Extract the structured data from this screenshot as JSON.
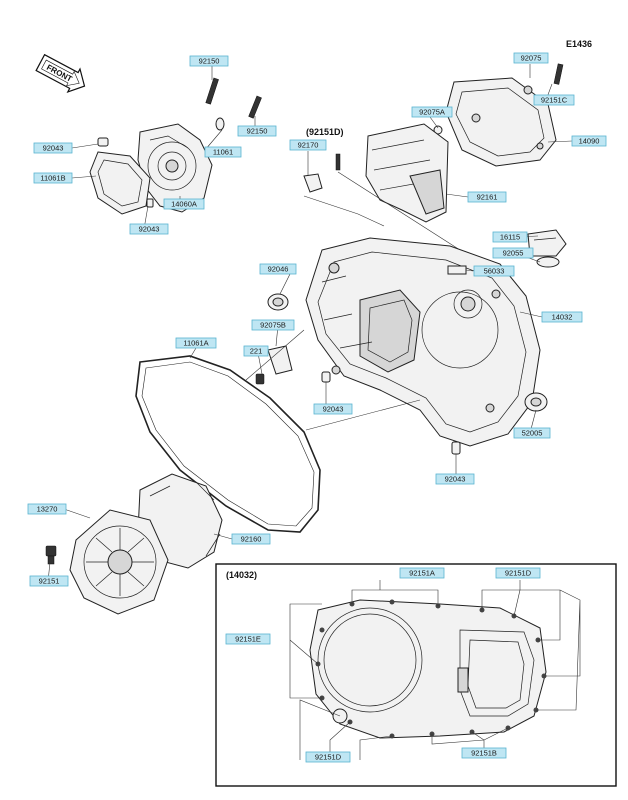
{
  "diagram_id": "E1436",
  "front_label": "FRONT",
  "group_label_top": "(92151D)",
  "inset_title": "(14032)",
  "labels": {
    "l92150a": "92150",
    "l92150b": "92150",
    "l11061": "11061",
    "l92043a": "92043",
    "l11061b": "11061B",
    "l14060a": "14060A",
    "l92043b": "92043",
    "l92075": "92075",
    "l92151c": "92151C",
    "l92075a": "92075A",
    "l14090": "14090",
    "l92170": "92170",
    "l92161": "92161",
    "l16115": "16115",
    "l92055": "92055",
    "l92046": "92046",
    "l56033": "56033",
    "l14032": "14032",
    "l92075b": "92075B",
    "l11061a": "11061A",
    "l221": "221",
    "l92043c": "92043",
    "l52005": "52005",
    "l92043d": "92043",
    "l13270": "13270",
    "l92160": "92160",
    "l92151": "92151",
    "i92151a": "92151A",
    "i92151d_top": "92151D",
    "i92151e": "92151E",
    "i92151d_bot": "92151D",
    "i92151b": "92151B"
  }
}
